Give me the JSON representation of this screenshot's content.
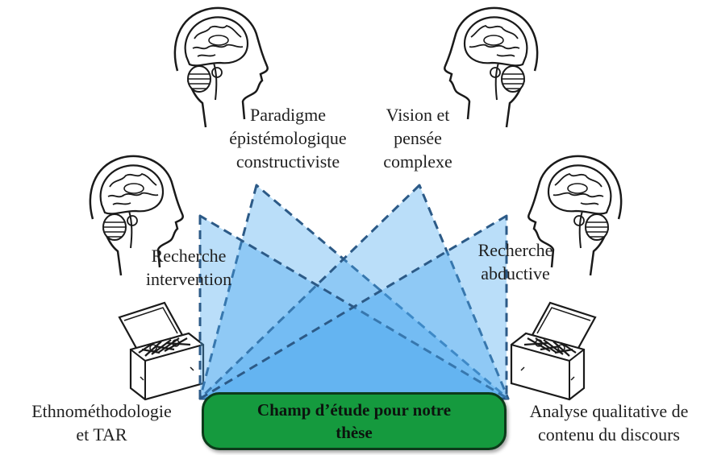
{
  "labels": {
    "top_left": [
      "Paradigme",
      "épistémologique",
      "constructiviste"
    ],
    "top_right": [
      "Vision et",
      "pensée",
      "complexe"
    ],
    "mid_left": [
      "Recherche",
      "intervention"
    ],
    "mid_right": [
      "Recherche",
      "abductive"
    ],
    "bottom_left": [
      "Ethnométhodologie",
      "et TAR"
    ],
    "bottom_right": [
      "Analyse qualitative de",
      "contenu du discours"
    ]
  },
  "center": [
    "Champ d’étude pour notre",
    "thèse"
  ],
  "icons": {
    "heads": [
      "brain-head-icon",
      "brain-head-icon",
      "brain-head-icon",
      "brain-head-icon"
    ],
    "toolboxes": [
      "toolbox-icon",
      "toolbox-icon"
    ]
  },
  "colors": {
    "beam_fill": "#4aa9ee",
    "beam_stroke": "#2c5a87",
    "center_fill": "#159a3e",
    "center_border": "#0c3b1a"
  }
}
